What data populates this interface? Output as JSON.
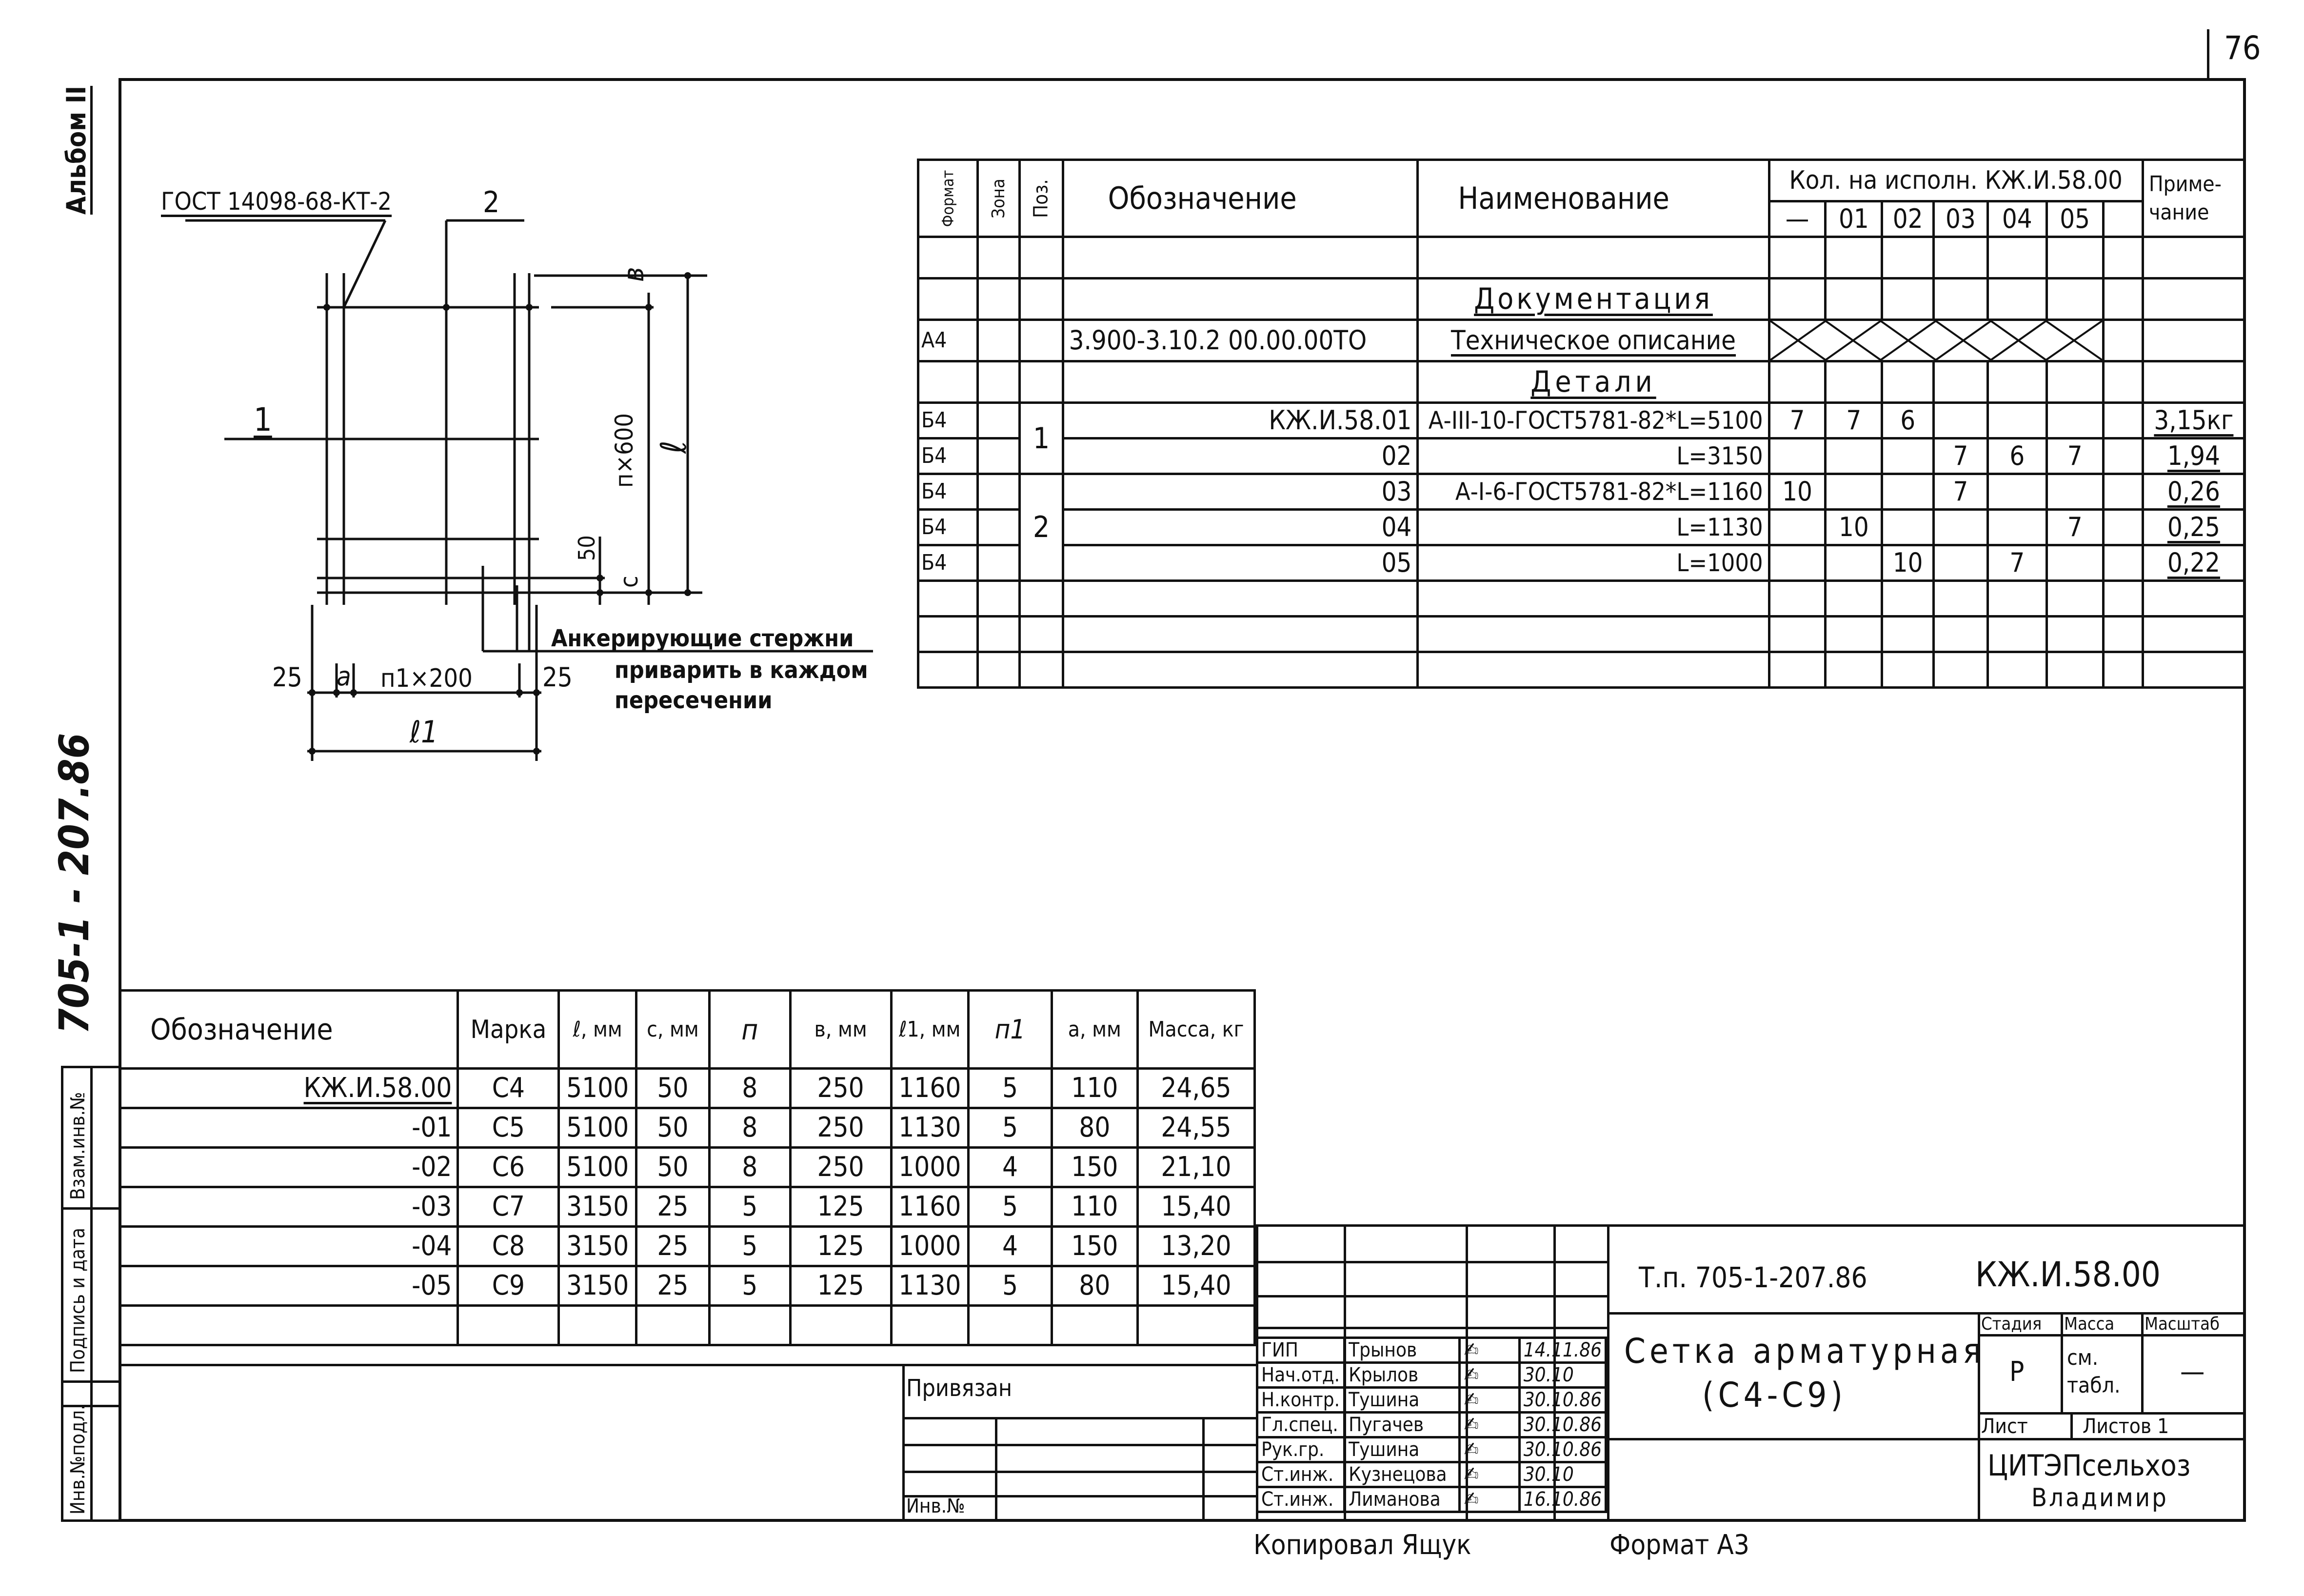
{
  "page_number": "76",
  "album": "Альбом II",
  "side_code": "705-1 - 207.86",
  "sketch": {
    "weld_gost": "ГОСТ 14098-68-КТ-2",
    "pos_2": "2",
    "pos_1": "1",
    "dim_b": "в",
    "dim_n600": "п×600",
    "dim_l": "ℓ",
    "dim_50": "50",
    "dim_c": "с",
    "dim_25_left": "25",
    "dim_a": "а",
    "dim_n1_200": "п1×200",
    "dim_25_right": "25",
    "dim_l1": "ℓ1",
    "note_line1": "Анкерирующие стержни",
    "note_line2": "приварить в каждом",
    "note_line3": "пересечении"
  },
  "spec_table": {
    "headers": {
      "format": "Формат",
      "zone": "Зона",
      "pos": "Поз.",
      "designation": "Обозначение",
      "name": "Наименование",
      "qty": "Кол. на исполн. КЖ.И.58.00",
      "note": "Приме-чание"
    },
    "exec_cols": [
      "—",
      "01",
      "02",
      "03",
      "04",
      "05",
      ""
    ],
    "section_docs": "Документация",
    "doc_row": {
      "format": "А4",
      "designation": "3.900-3.10.2 00.00.00ТО",
      "name": "Техническое описание"
    },
    "section_parts": "Детали",
    "rows": [
      {
        "format": "Б4",
        "pos": "1",
        "designation": "КЖ.И.58.01",
        "name": "А-III-10-ГОСТ5781-82*L=5100",
        "q": [
          "7",
          "7",
          "6",
          "",
          "",
          "",
          ""
        ],
        "note": "3,15кг"
      },
      {
        "format": "Б4",
        "pos": "",
        "designation": "02",
        "name": "L=3150",
        "q": [
          "",
          "",
          "",
          "7",
          "6",
          "7",
          ""
        ],
        "note": "1,94"
      },
      {
        "format": "Б4",
        "pos": "",
        "designation": "03",
        "name": "А-I-6-ГОСТ5781-82*L=1160",
        "q": [
          "10",
          "",
          "",
          "7",
          "",
          "",
          ""
        ],
        "note": "0,26"
      },
      {
        "format": "Б4",
        "pos": "2",
        "designation": "04",
        "name": "L=1130",
        "q": [
          "",
          "10",
          "",
          "",
          "",
          "7",
          ""
        ],
        "note": "0,25"
      },
      {
        "format": "Б4",
        "pos": "",
        "designation": "05",
        "name": "L=1000",
        "q": [
          "",
          "",
          "10",
          "",
          "7",
          "",
          ""
        ],
        "note": "0,22"
      }
    ]
  },
  "param_table": {
    "headers": [
      "Обозначение",
      "Марка",
      "ℓ, мм",
      "с, мм",
      "п",
      "в, мм",
      "ℓ1, мм",
      "п1",
      "а, мм",
      "Масса, кг"
    ],
    "rows": [
      [
        "КЖ.И.58.00",
        "С4",
        "5100",
        "50",
        "8",
        "250",
        "1160",
        "5",
        "110",
        "24,65"
      ],
      [
        "-01",
        "С5",
        "5100",
        "50",
        "8",
        "250",
        "1130",
        "5",
        "80",
        "24,55"
      ],
      [
        "-02",
        "С6",
        "5100",
        "50",
        "8",
        "250",
        "1000",
        "4",
        "150",
        "21,10"
      ],
      [
        "-03",
        "С7",
        "3150",
        "25",
        "5",
        "125",
        "1160",
        "5",
        "110",
        "15,40"
      ],
      [
        "-04",
        "С8",
        "3150",
        "25",
        "5",
        "125",
        "1000",
        "4",
        "150",
        "13,20"
      ],
      [
        "-05",
        "С9",
        "3150",
        "25",
        "5",
        "125",
        "1130",
        "5",
        "80",
        "15,40"
      ]
    ]
  },
  "left_strip": [
    "Инв.№подл.",
    "Подпись и дата",
    "Взам.инв.№"
  ],
  "privyazan": "Привязан",
  "inv_no": "Инв.№",
  "title_block": {
    "project": "Т.п. 705-1-207.86",
    "code": "КЖ.И.58.00",
    "title_line1": "Сетка арматурная",
    "title_line2": "(С4-С9)",
    "stage_label": "Стадия",
    "mass_label": "Масса",
    "scale_label": "Масштаб",
    "stage": "Р",
    "mass": "см. табл.",
    "scale": "—",
    "sheet_label": "Лист",
    "sheets_label": "Листов 1",
    "org_line1": "ЦИТЭПсельхоз",
    "org_line2": "Владимир",
    "staff": [
      {
        "role": "ГИП",
        "name": "Трынов",
        "date": "14.11.86"
      },
      {
        "role": "Нач.отд.",
        "name": "Крылов",
        "date": "30.10"
      },
      {
        "role": "Н.контр.",
        "name": "Тушина",
        "date": "30.10.86"
      },
      {
        "role": "Гл.спец.",
        "name": "Пугачев",
        "date": "30.10.86"
      },
      {
        "role": "Рук.гр.",
        "name": "Тушина",
        "date": "30.10.86"
      },
      {
        "role": "Ст.инж.",
        "name": "Кузнецова",
        "date": "30.10"
      },
      {
        "role": "Ст.инж.",
        "name": "Лиманова",
        "date": "16.10.86"
      }
    ]
  },
  "copied_by": "Копировал Ящук",
  "format": "Формат А3"
}
